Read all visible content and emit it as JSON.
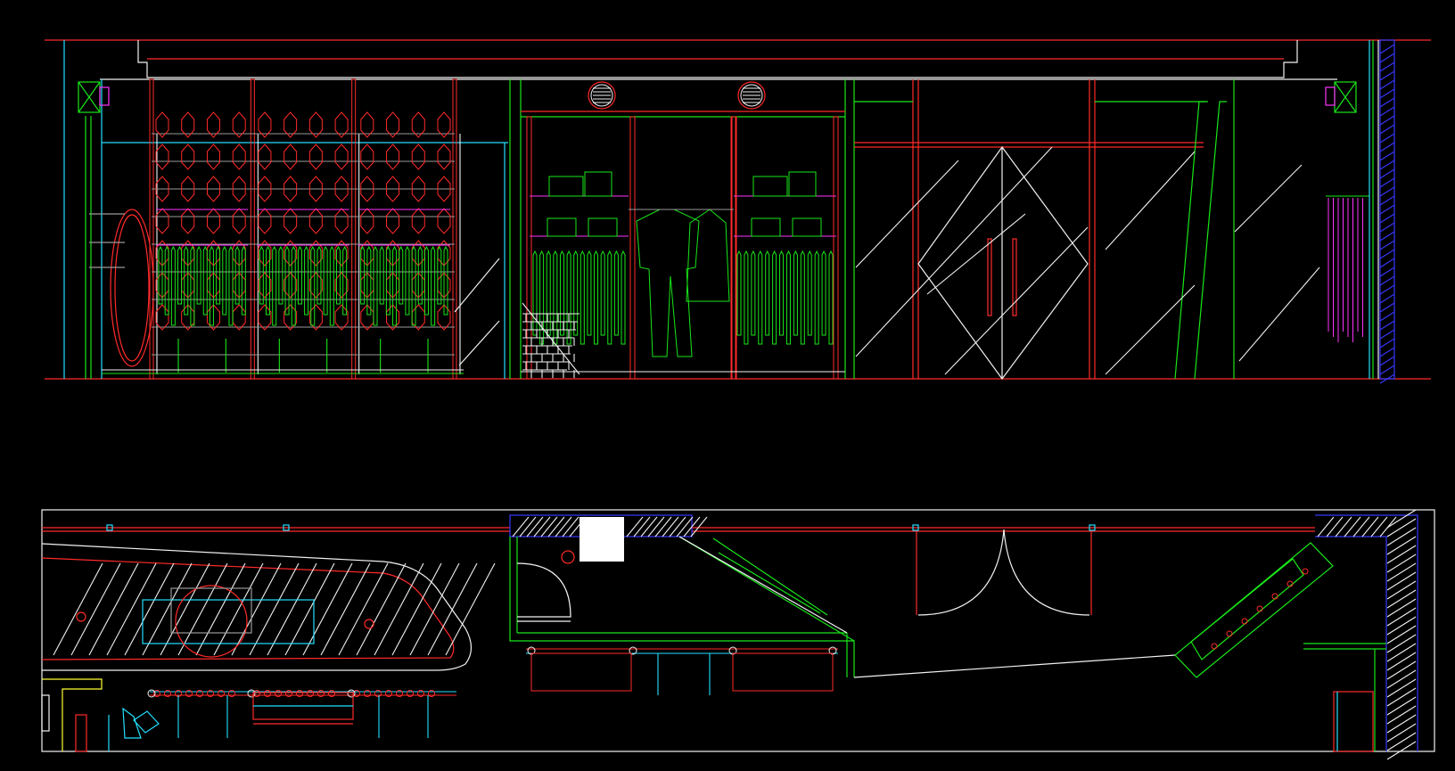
{
  "drawing": {
    "background": "#000000",
    "colors": {
      "red": "#ff2a2a",
      "green": "#19e619",
      "cyan": "#22e0ff",
      "magenta": "#ff33ff",
      "white": "#f2f2f2",
      "yellow": "#ffff33",
      "blue": "#3838ff",
      "grey": "#9a9a9a"
    },
    "elevation": {
      "hanging_bays": 3,
      "right_bay_shelves": 2,
      "vent_grilles": 2,
      "glass_doors": 2
    },
    "plan": {
      "hanger_rail_segments": 3,
      "fitting_room_doors": 2
    }
  }
}
